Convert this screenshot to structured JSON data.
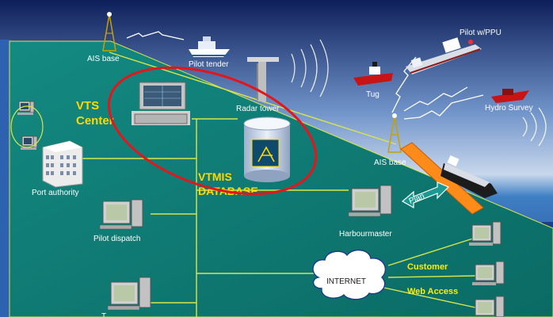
{
  "labels": {
    "ais_base_top": "AIS base",
    "pilot_tender": "Pilot tender",
    "pilot_ppu": "Pilot w/PPU",
    "tug": "Tug",
    "hydro_survey": "Hydro Survey",
    "radar_tower": "Radar tower",
    "ais_base_right": "AIS base",
    "plan": "Plan",
    "port_authority": "Port authority",
    "pilot_dispatch": "Pilot dispatch",
    "harbourmaster": "Harbourmaster",
    "internet": "INTERNET",
    "customer": "Customer",
    "web_access": "Web Access",
    "bottom_cut": "T"
  },
  "vts_center": {
    "line1": "VTS",
    "line2": "Center"
  },
  "vtmis_database": {
    "line1": "VTMIS",
    "line2": "DATABASE"
  },
  "colors": {
    "panel": "#0f7a73",
    "sea_top": "#3f7fc4",
    "sea_bottom": "#1d3f8a",
    "network_lines": "#d8e64a",
    "ellipse": "#e3161b",
    "title_text": "#ffd800"
  }
}
